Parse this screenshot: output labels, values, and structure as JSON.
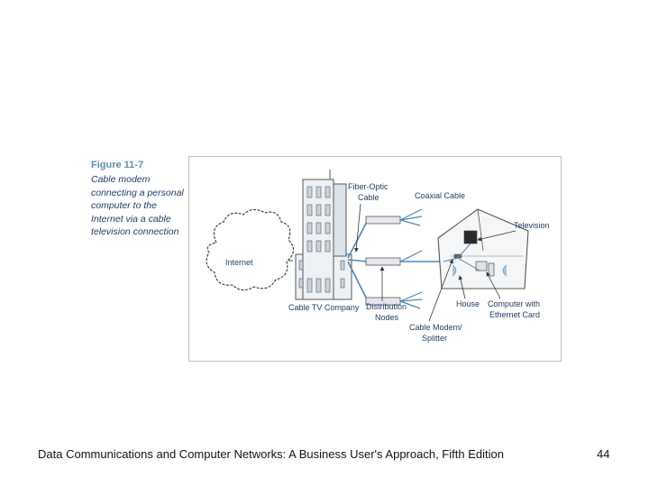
{
  "figure": {
    "number": "Figure 11-7",
    "caption": "Cable modem connecting a personal computer to the Internet via a cable television connection"
  },
  "diagram": {
    "labels": {
      "internet": "Internet",
      "cable_tv_company": "Cable TV Company",
      "fiber_optic_line1": "Fiber-Optic",
      "fiber_optic_line2": "Cable",
      "coaxial_cable": "Coaxial Cable",
      "television": "Television",
      "distribution_nodes_line1": "Distribution",
      "distribution_nodes_line2": "Nodes",
      "house": "House",
      "computer_line1": "Computer with",
      "computer_line2": "Ethernet Card",
      "modem_line1": "Cable Modem/",
      "modem_line2": "Splitter"
    },
    "colors": {
      "cable": "#4f86b5",
      "line": "#555555",
      "label": "#1f3e63",
      "building_fill": "#eef1f4",
      "window_fill": "#c9d4e0"
    }
  },
  "footer": {
    "title": "Data Communications and Computer Networks: A Business User's Approach, Fifth Edition",
    "page_number": "44"
  }
}
